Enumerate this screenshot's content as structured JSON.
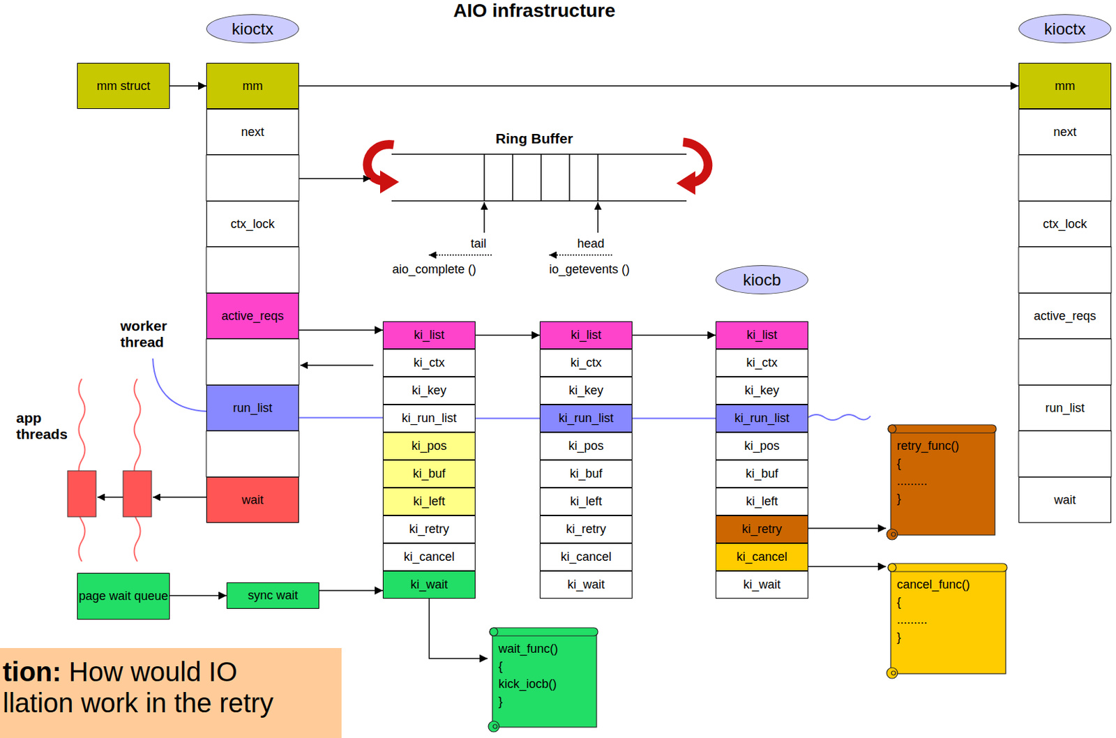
{
  "diagram": {
    "title": "AIO infrastructure",
    "nodes": [
      {
        "text": [
          "kioctx"
        ]
      },
      {
        "text": [
          "kioctx"
        ]
      },
      {
        "text": [
          "mm struct"
        ]
      },
      {
        "text": [
          "mm"
        ]
      },
      {
        "text": [
          "next"
        ]
      },
      {
        "text": [
          "ctx_lock"
        ]
      },
      {
        "text": [
          "active_reqs"
        ]
      },
      {
        "text": [
          "run_list"
        ]
      },
      {
        "text": [
          "wait"
        ]
      },
      {
        "text": [
          "mm"
        ]
      },
      {
        "text": [
          "next"
        ]
      },
      {
        "text": [
          "ctx_lock"
        ]
      },
      {
        "text": [
          "active_reqs"
        ]
      },
      {
        "text": [
          "run_list"
        ]
      },
      {
        "text": [
          "wait"
        ]
      },
      {
        "text": [
          "kiocb"
        ]
      },
      {
        "text": [
          "ki_list"
        ]
      },
      {
        "text": [
          "ki_ctx"
        ]
      },
      {
        "text": [
          "ki_key"
        ]
      },
      {
        "text": [
          "ki_run_list"
        ]
      },
      {
        "text": [
          "ki_pos"
        ]
      },
      {
        "text": [
          "ki_buf"
        ]
      },
      {
        "text": [
          "ki_left"
        ]
      },
      {
        "text": [
          "ki_retry"
        ]
      },
      {
        "text": [
          "ki_cancel"
        ]
      },
      {
        "text": [
          "ki_wait"
        ]
      },
      {
        "text": [
          "ki_list"
        ]
      },
      {
        "text": [
          "ki_ctx"
        ]
      },
      {
        "text": [
          "ki_key"
        ]
      },
      {
        "text": [
          "ki_run_list"
        ]
      },
      {
        "text": [
          "ki_pos"
        ]
      },
      {
        "text": [
          "ki_buf"
        ]
      },
      {
        "text": [
          "ki_left"
        ]
      },
      {
        "text": [
          "ki_retry"
        ]
      },
      {
        "text": [
          "ki_cancel"
        ]
      },
      {
        "text": [
          "ki_wait"
        ]
      },
      {
        "text": [
          "ki_list"
        ]
      },
      {
        "text": [
          "ki_ctx"
        ]
      },
      {
        "text": [
          "ki_key"
        ]
      },
      {
        "text": [
          "ki_run_list"
        ]
      },
      {
        "text": [
          "ki_pos"
        ]
      },
      {
        "text": [
          "ki_buf"
        ]
      },
      {
        "text": [
          "ki_left"
        ]
      },
      {
        "text": [
          "ki_retry"
        ]
      },
      {
        "text": [
          "ki_cancel"
        ]
      },
      {
        "text": [
          "ki_wait"
        ]
      },
      {
        "text": [
          "retry_func()",
          "{",
          ".........",
          "}"
        ]
      },
      {
        "text": [
          "cancel_func()",
          "{",
          ".........",
          "}"
        ]
      },
      {
        "text": [
          "page wait queue"
        ]
      },
      {
        "text": [
          "sync wait"
        ]
      },
      {
        "text": [
          "wait_func()",
          "{",
          "kick_iocb()",
          "}"
        ]
      },
      {
        "text": [
          "tion:",
          "How would IO llation work in the retry"
        ]
      }
    ],
    "edges": [
      {
        "from": 2,
        "to": 3,
        "arrow": "to"
      },
      {
        "from": 3,
        "to": 9,
        "arrow": "to"
      },
      {
        "from": 6,
        "to": 16,
        "arrow": "to"
      },
      {
        "from": 16,
        "to": 26,
        "arrow": "to"
      },
      {
        "from": 26,
        "to": 36,
        "arrow": "to"
      },
      {
        "from": 7,
        "to": 19,
        "arrow": "none"
      },
      {
        "from": 19,
        "to": 29,
        "arrow": "none"
      },
      {
        "from": 29,
        "to": 39,
        "arrow": "none"
      },
      {
        "from": 48,
        "to": 49,
        "arrow": "to"
      },
      {
        "from": 49,
        "to": 25,
        "arrow": "to"
      },
      {
        "from": 25,
        "to": 50,
        "arrow": "to"
      },
      {
        "from": 43,
        "to": 46,
        "arrow": "to"
      },
      {
        "from": 44,
        "to": 47,
        "arrow": "to"
      }
    ],
    "labels": [
      "Ring Buffer",
      "tail",
      "aio_complete ()",
      "head",
      "io_getevents ()",
      "worker thread",
      "app threads"
    ]
  }
}
